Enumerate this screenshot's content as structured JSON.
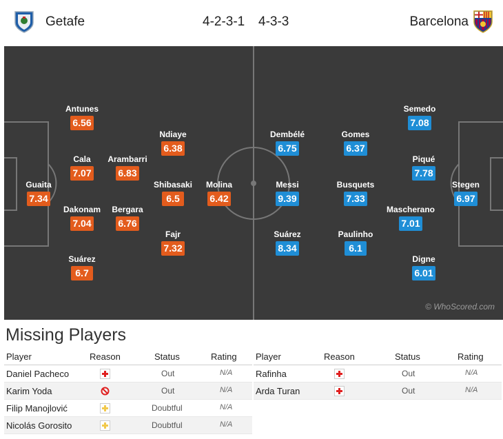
{
  "home": {
    "name": "Getafe",
    "formation": "4-2-3-1",
    "crest_icon": "getafe-crest-icon",
    "color": "#e35c1d",
    "players": [
      {
        "name": "Guaita",
        "rating": "7.34"
      },
      {
        "name": "Antunes",
        "rating": "6.56"
      },
      {
        "name": "Cala",
        "rating": "7.07"
      },
      {
        "name": "Dakonam",
        "rating": "7.04"
      },
      {
        "name": "Suárez",
        "rating": "6.7"
      },
      {
        "name": "Arambarri",
        "rating": "6.83"
      },
      {
        "name": "Bergara",
        "rating": "6.76"
      },
      {
        "name": "Ndiaye",
        "rating": "6.38"
      },
      {
        "name": "Shibasaki",
        "rating": "6.5"
      },
      {
        "name": "Fajr",
        "rating": "7.32"
      },
      {
        "name": "Molina",
        "rating": "6.42"
      }
    ]
  },
  "away": {
    "name": "Barcelona",
    "formation": "4-3-3",
    "crest_icon": "barcelona-crest-icon",
    "color": "#1f8ed6",
    "players": [
      {
        "name": "Stegen",
        "rating": "6.97"
      },
      {
        "name": "Semedo",
        "rating": "7.08"
      },
      {
        "name": "Piqué",
        "rating": "7.78"
      },
      {
        "name": "Mascherano",
        "rating": "7.01"
      },
      {
        "name": "Digne",
        "rating": "6.01"
      },
      {
        "name": "Gomes",
        "rating": "6.37"
      },
      {
        "name": "Busquets",
        "rating": "7.33"
      },
      {
        "name": "Paulinho",
        "rating": "6.1"
      },
      {
        "name": "Dembélé",
        "rating": "6.75"
      },
      {
        "name": "Messi",
        "rating": "9.39"
      },
      {
        "name": "Suárez",
        "rating": "8.34"
      }
    ]
  },
  "watermark": "© WhoScored.com",
  "missing": {
    "title": "Missing Players",
    "headers": {
      "player": "Player",
      "reason": "Reason",
      "status": "Status",
      "rating": "Rating"
    },
    "home": [
      {
        "player": "Daniel Pacheco",
        "reason_icon": "injury-cross-icon",
        "status": "Out",
        "rating": "N/A"
      },
      {
        "player": "Karim Yoda",
        "reason_icon": "suspension-icon",
        "status": "Out",
        "rating": "N/A"
      },
      {
        "player": "Filip Manojlović",
        "reason_icon": "doubtful-cross-icon",
        "status": "Doubtful",
        "rating": "N/A"
      },
      {
        "player": "Nicolás Gorosito",
        "reason_icon": "doubtful-cross-icon",
        "status": "Doubtful",
        "rating": "N/A"
      }
    ],
    "away": [
      {
        "player": "Rafinha",
        "reason_icon": "injury-cross-icon",
        "status": "Out",
        "rating": "N/A"
      },
      {
        "player": "Arda Turan",
        "reason_icon": "injury-cross-icon",
        "status": "Out",
        "rating": "N/A"
      }
    ]
  }
}
